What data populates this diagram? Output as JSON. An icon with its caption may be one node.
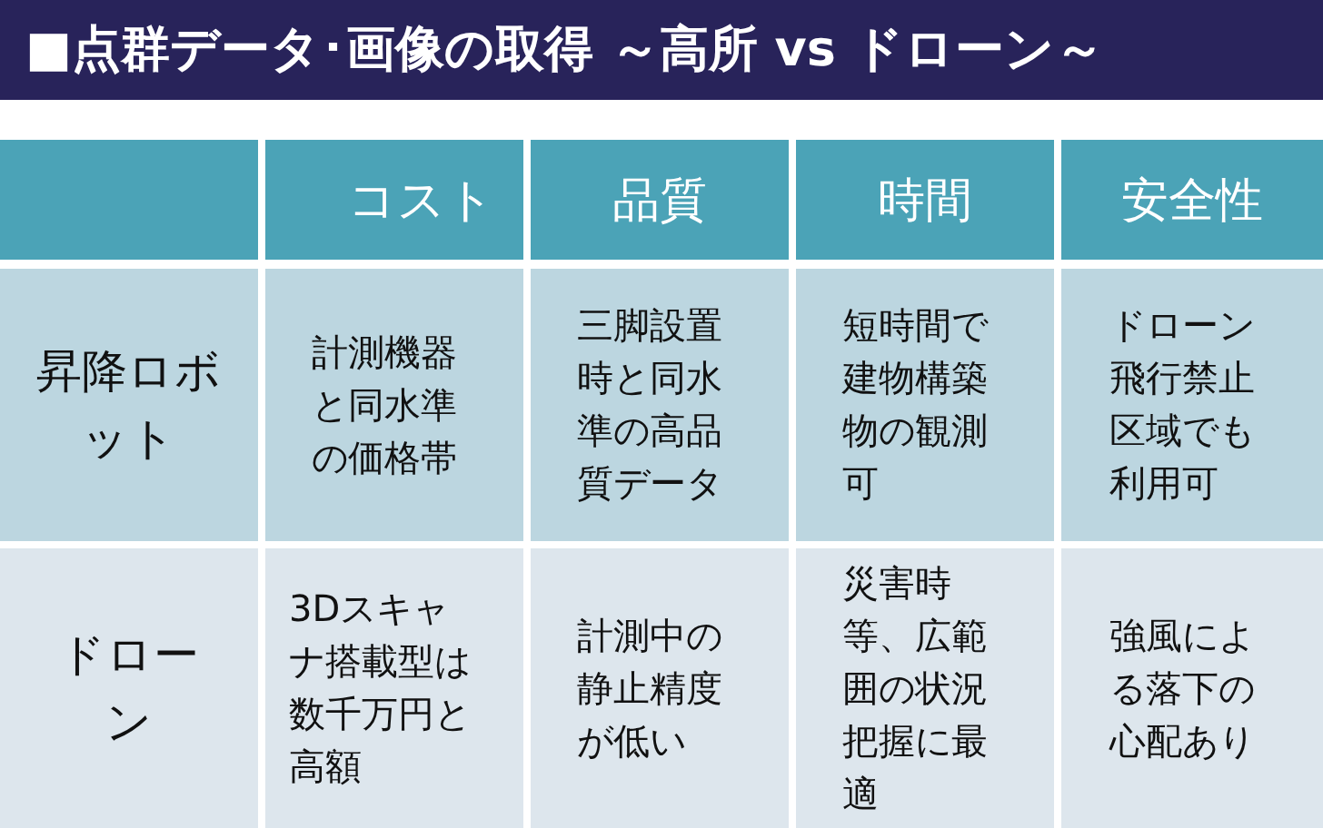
{
  "diagram": {
    "title": "■点群データ･画像の取得 ～高所 vs ドローン～",
    "labels": [
      "コスト",
      "品質",
      "時間",
      "安全性",
      "昇降ロボット",
      "計測機器と同水準の価格帯",
      "三脚設置時と同水準の高品質データ",
      "短時間で建物構築物の観測可",
      "ドローン飛行禁止区域でも利用可",
      "ドローン",
      "3Dスキャナ搭載型は数千万円と高額",
      "計測中の静止精度が低い",
      "災害時等、広範囲の状況把握に最適",
      "強風による落下の心配あり"
    ]
  }
}
